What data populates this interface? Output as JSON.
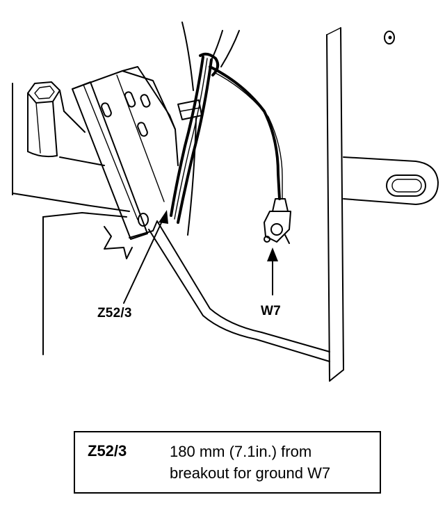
{
  "callouts": {
    "harness_clip": "Z52/3",
    "ground_point": "W7"
  },
  "legend": {
    "code": "Z52/3",
    "description_line1": "180 mm (7.1in.) from",
    "description_line2": "breakout for ground W7"
  }
}
